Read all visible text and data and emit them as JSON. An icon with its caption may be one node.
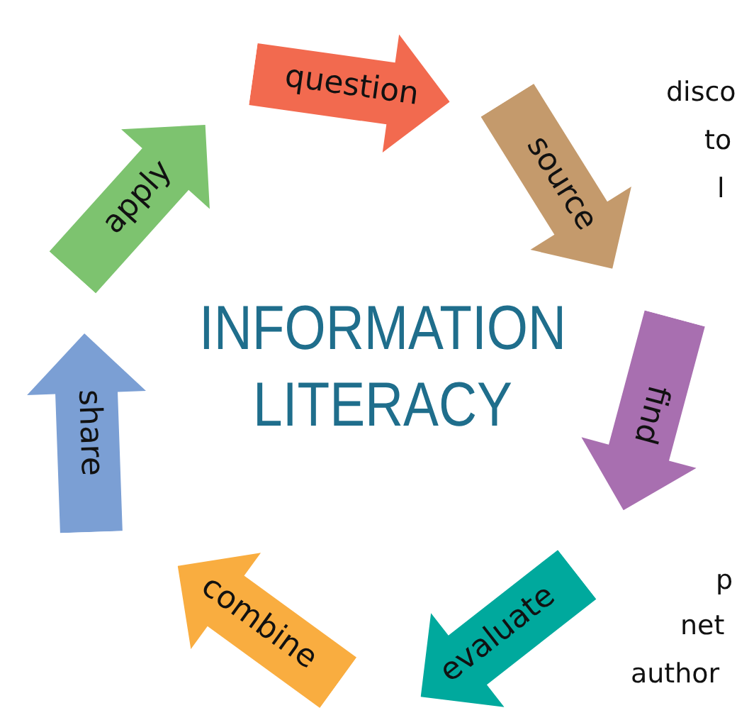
{
  "diagram": {
    "title": "INFORMATION LITERACY",
    "nodes": [
      {
        "text": [
          "question"
        ]
      },
      {
        "text": [
          "source"
        ]
      },
      {
        "text": [
          "find"
        ]
      },
      {
        "text": [
          "evaluate"
        ]
      },
      {
        "text": [
          "combine"
        ]
      },
      {
        "text": [
          "share"
        ]
      },
      {
        "text": [
          "apply"
        ]
      }
    ],
    "labels": [
      "disco",
      "to",
      "l",
      "p",
      "net",
      "author"
    ]
  }
}
